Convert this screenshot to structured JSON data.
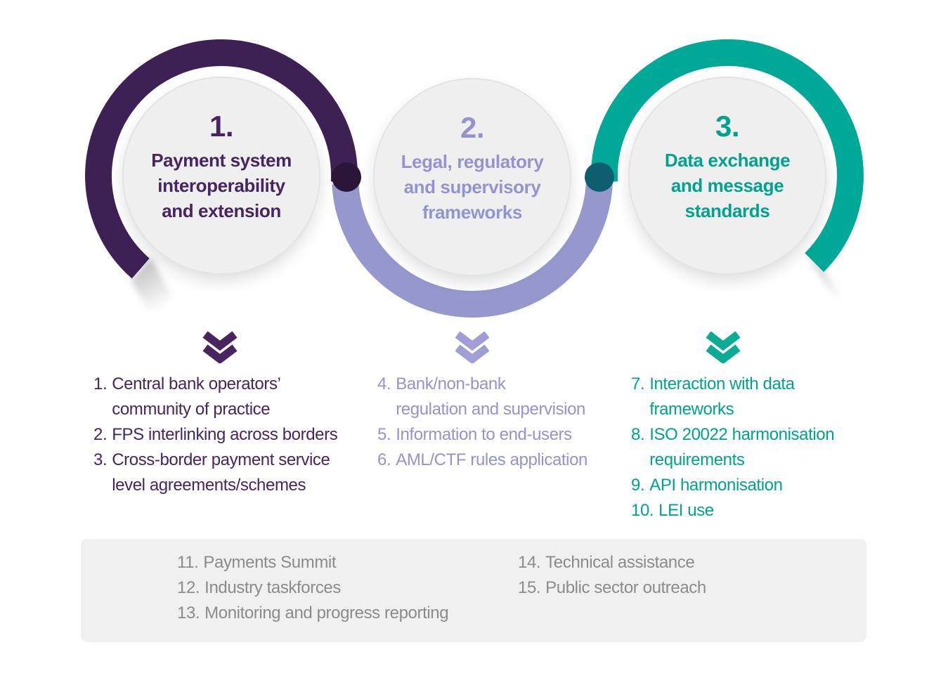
{
  "palette": {
    "ring1_purple": "#3d2154",
    "ring1_dot": "#2b163a",
    "ring2_lavender": "#9697cd",
    "ring3_teal": "#00a997",
    "ring3_dot": "#0d5f6f",
    "text_purple": "#472560",
    "text_lavender": "#9593cd",
    "text_teal": "#00a28f",
    "text_gray": "#8b8b8d",
    "circle_fill": "#efeff0",
    "panel_fill": "#f0f0f1"
  },
  "circles": [
    {
      "number": "1.",
      "title_lines": [
        "Payment system",
        "interoperability",
        "and extension"
      ]
    },
    {
      "number": "2.",
      "title_lines": [
        "Legal, regulatory",
        "and supervisory",
        "frameworks"
      ]
    },
    {
      "number": "3.",
      "title_lines": [
        "Data exchange",
        "and message",
        "standards"
      ]
    }
  ],
  "columns": [
    {
      "items": [
        {
          "num": "1.",
          "lines": [
            "Central bank operators’",
            "community of practice"
          ]
        },
        {
          "num": "2.",
          "lines": [
            "FPS interlinking across borders"
          ]
        },
        {
          "num": "3.",
          "lines": [
            "Cross-border payment service",
            "level agreements/schemes"
          ]
        }
      ]
    },
    {
      "items": [
        {
          "num": "4.",
          "lines": [
            "Bank/non-bank",
            "regulation and supervision"
          ]
        },
        {
          "num": "5.",
          "lines": [
            "Information to end-users"
          ]
        },
        {
          "num": "6.",
          "lines": [
            "AML/CTF rules application"
          ]
        }
      ]
    },
    {
      "items": [
        {
          "num": "7.",
          "lines": [
            "Interaction with data",
            "frameworks"
          ]
        },
        {
          "num": "8.",
          "lines": [
            "ISO 20022 harmonisation",
            "requirements"
          ]
        },
        {
          "num": "9.",
          "lines": [
            "API harmonisation"
          ]
        },
        {
          "num": "10.",
          "lines": [
            "LEI use"
          ]
        }
      ]
    }
  ],
  "footer": {
    "left_items": [
      {
        "num": "11.",
        "text": "Payments Summit"
      },
      {
        "num": "12.",
        "text": "Industry taskforces"
      },
      {
        "num": "13.",
        "text": "Monitoring and progress reporting"
      }
    ],
    "right_items": [
      {
        "num": "14.",
        "text": "Technical assistance"
      },
      {
        "num": "15.",
        "text": "Public sector outreach"
      }
    ]
  }
}
